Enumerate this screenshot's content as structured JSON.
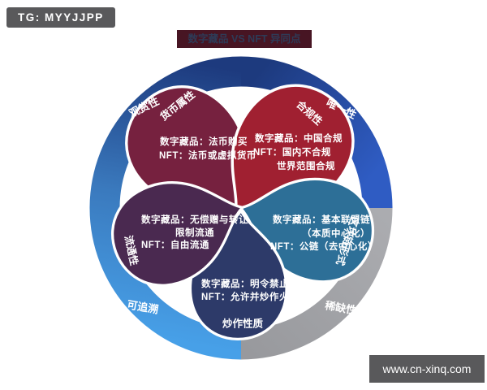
{
  "header": {
    "badge": "TG: MYYJJPP",
    "title": "数字藏品 VS NFT 异同点"
  },
  "footer": {
    "website": "www.cn-xinq.com"
  },
  "colors": {
    "badge_bg": "#59595b",
    "title_bg": "#471523",
    "title_text": "#2e3b57",
    "ring_royal_blue": "#2f5cc3",
    "ring_navy": "#1d3a7e",
    "ring_mid_blue": "#3a79bd",
    "ring_light_blue": "#47a0e8",
    "ring_gray_dark": "#98999d",
    "ring_gray_light": "#abacb0",
    "petal_stroke": "#ffffff"
  },
  "ring_labels": {
    "top_left": "观赏性",
    "top_right": "唯一性",
    "bottom_right": "稀缺性",
    "bottom_left": "可追溯"
  },
  "petals": [
    {
      "label": "货币属性",
      "color": "#76213f",
      "lines": [
        "数字藏品：法币购买",
        "NFT：法币或虚拟货币"
      ]
    },
    {
      "label": "合规性",
      "color": "#a02031",
      "lines": [
        "数字藏品：中国合规",
        "NFT：国内不合规",
        "世界范围合规"
      ]
    },
    {
      "label": "区块链形式",
      "color": "#2d6f97",
      "lines": [
        "数字藏品：基本联盟链",
        "（本质中心化）",
        "NFT：公链（去中心化）"
      ]
    },
    {
      "label": "炒作性质",
      "color": "#2d3a69",
      "lines": [
        "数字藏品：明令禁止炒作",
        "NFT：允许并炒作火热"
      ]
    },
    {
      "label": "流通性",
      "color": "#4a2950",
      "lines": [
        "数字藏品：无偿赠与转让",
        "限制流通",
        "NFT：自由流通"
      ]
    }
  ]
}
